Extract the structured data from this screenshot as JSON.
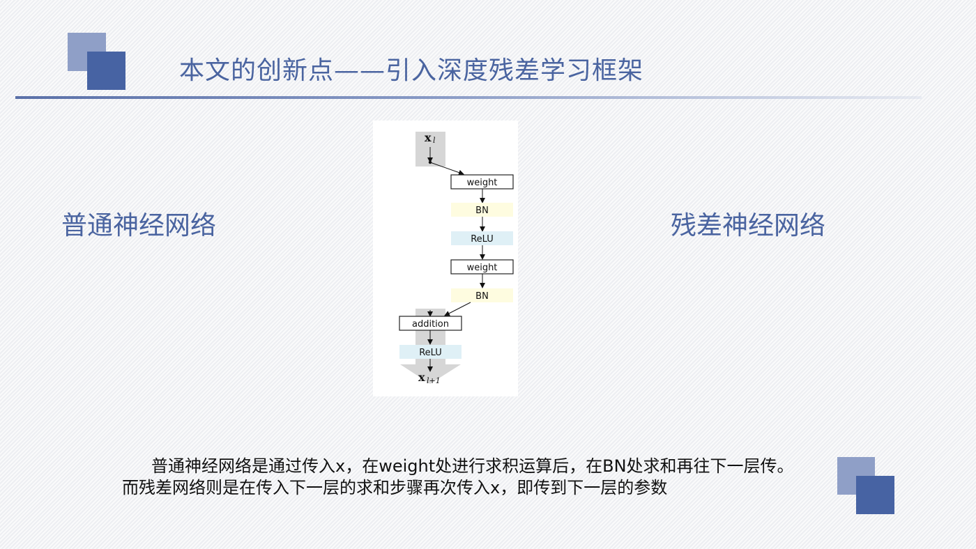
{
  "slide": {
    "title": "本文的创新点——引入深度残差学习框架",
    "label_left": "普通神经网络",
    "label_right": "残差神经网络",
    "description": "普通神经网络是通过传入x，在weight处进行求积运算后，在BN处求和再往下一层传。而残差网络则是在传入下一层的求和步骤再次传入x，即传到下一层的参数"
  },
  "diagram": {
    "input_symbol": "x",
    "input_subscript": "l",
    "output_symbol": "x",
    "output_subscript": "l+1",
    "blocks": {
      "weight_1": "weight",
      "bn_1": "BN",
      "relu_1": "ReLU",
      "weight_2": "weight",
      "bn_2": "BN",
      "addition": "addition",
      "relu_2": "ReLU"
    }
  },
  "colors": {
    "accent_blue": "#4a64a0",
    "deco_dark": "#4763a3",
    "deco_light": "#8f9fc7",
    "bn_fill": "#fefce0",
    "relu_fill": "#dff0f6",
    "skip_path": "#d6d6d6"
  }
}
